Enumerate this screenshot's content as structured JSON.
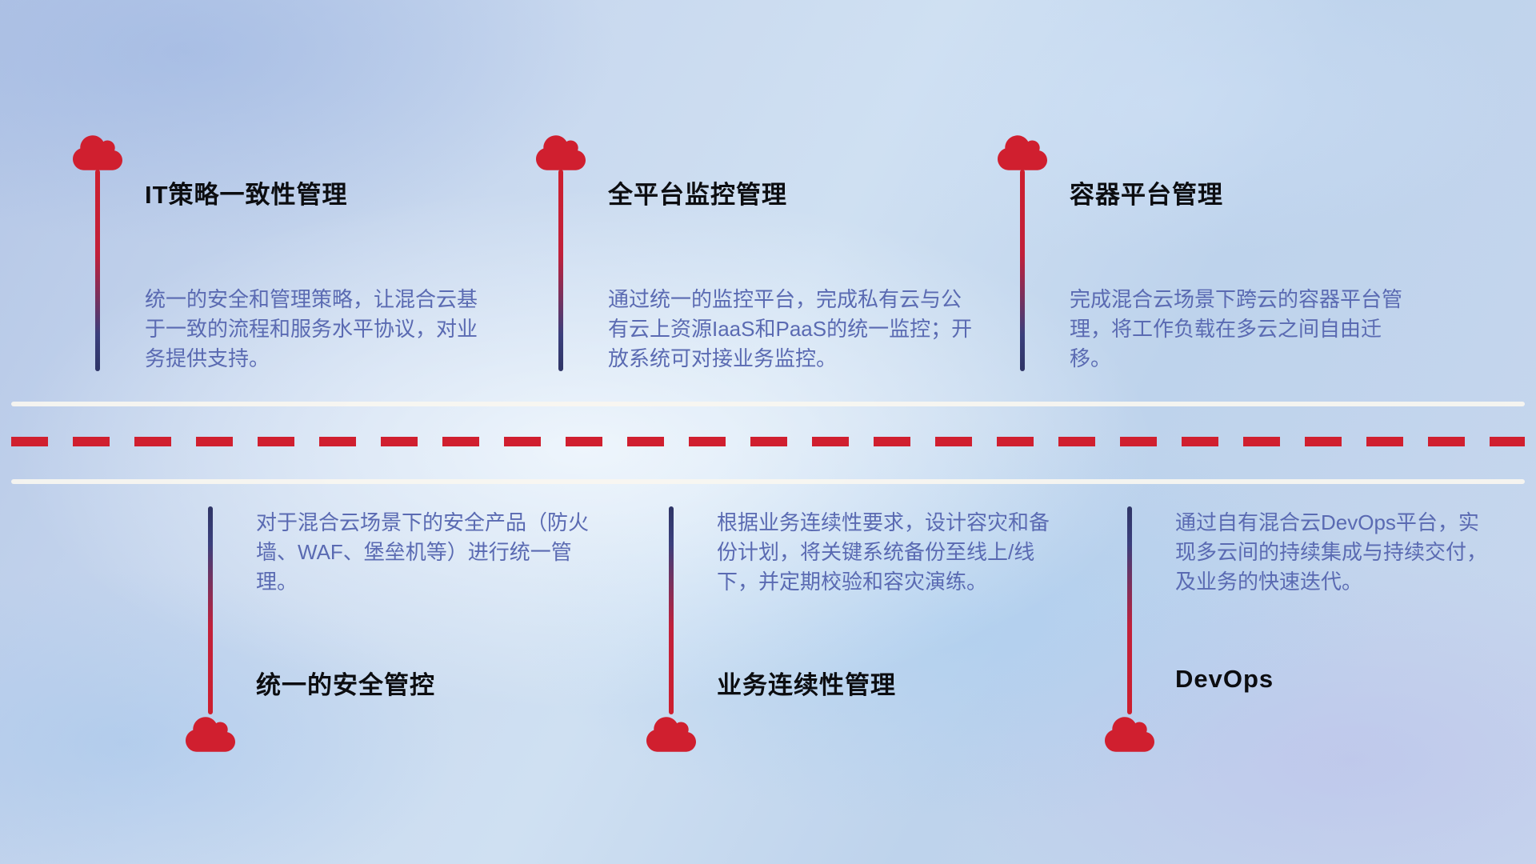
{
  "colors": {
    "cloud_red": "#d01f2f",
    "stem_red": "#ce1f2e",
    "stem_navy": "#2f3566",
    "title_text": "#0c0d10",
    "description_text": "#5a6ab2",
    "road_line_white": "#f9f6f0",
    "road_dash_red": "#d01f2f"
  },
  "top_items": [
    {
      "title": "IT策略一致性管理",
      "description": "统一的安全和管理策略，让混合云基于一致的流程和服务水平协议，对业务提供支持。"
    },
    {
      "title": "全平台监控管理",
      "description": "通过统一的监控平台，完成私有云与公有云上资源IaaS和PaaS的统一监控；开放系统可对接业务监控。"
    },
    {
      "title": "容器平台管理",
      "description": "完成混合云场景下跨云的容器平台管理，将工作负载在多云之间自由迁移。"
    }
  ],
  "bottom_items": [
    {
      "title": "统一的安全管控",
      "description": "对于混合云场景下的安全产品（防火墙、WAF、堡垒机等）进行统一管理。"
    },
    {
      "title": "业务连续性管理",
      "description": "根据业务连续性要求，设计容灾和备份计划，将关键系统备份至线上/线下，并定期校验和容灾演练。"
    },
    {
      "title": "DevOps",
      "description": "通过自有混合云DevOps平台，实现多云间的持续集成与持续交付，及业务的快速迭代。"
    }
  ]
}
